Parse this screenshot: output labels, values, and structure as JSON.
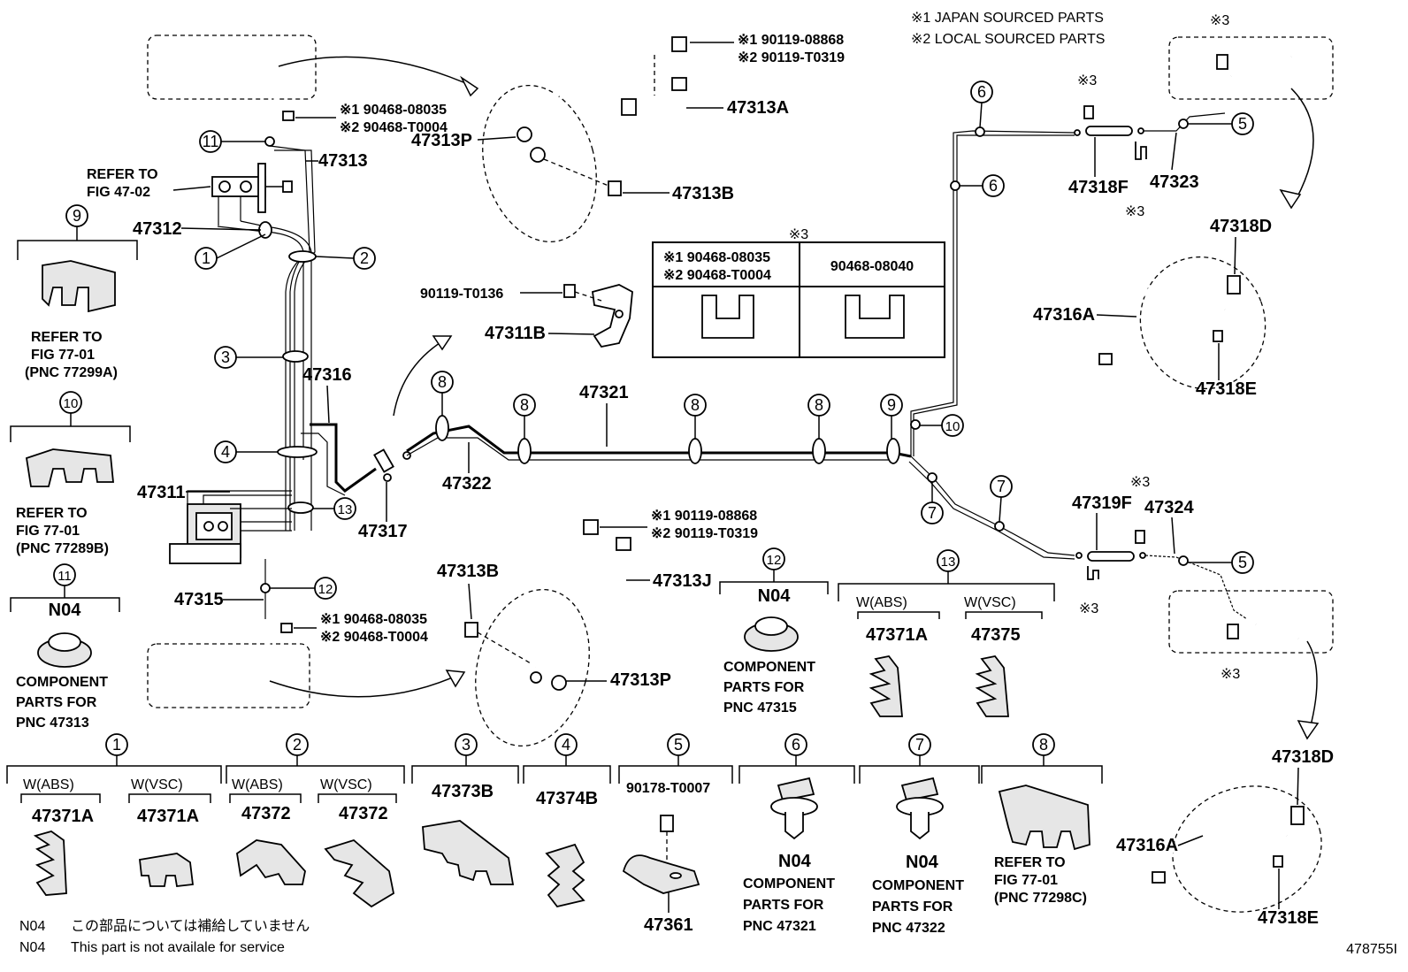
{
  "legend": {
    "note1": "※1 JAPAN SOURCED PARTS",
    "note2": "※2 LOCAL SOURCED PARTS"
  },
  "refs": {
    "r1_line1": "REFER TO",
    "r1_line2": "FIG 47-02",
    "r9_line1": "REFER TO",
    "r9_line2": "FIG 77-01",
    "r9_line3": "(PNC 77299A)",
    "r10_line1": "REFER TO",
    "r10_line2": "FIG 77-01",
    "r10_line3": "(PNC 77289B)",
    "r8_line1": "REFER TO",
    "r8_line2": "FIG 77-01",
    "r8_line3": "(PNC 77298C)"
  },
  "parts": {
    "p47313": "47313",
    "p47313A": "47313A",
    "p47313P_top": "47313P",
    "p47313B_top": "47313B",
    "p47312": "47312",
    "p47311": "47311",
    "p47316": "47316",
    "p47317": "47317",
    "p47321": "47321",
    "p47322": "47322",
    "p47315": "47315",
    "p47311B": "47311B",
    "p90119T0136": "90119-T0136",
    "p47313B_bot": "47313B",
    "p47313J": "47313J",
    "p47313P_bot": "47313P",
    "p47318F": "47318F",
    "p47323": "47323",
    "p47318D_top": "47318D",
    "p47316A_top": "47316A",
    "p47318E_top": "47318E",
    "p47319F": "47319F",
    "p47324": "47324",
    "p47318D_bot": "47318D",
    "p47316A_bot": "47316A",
    "p47318E_bot": "47318E"
  },
  "bolts": {
    "top1": "※1 90119-08868",
    "top2": "※2 90119-T0319",
    "bot1": "※1 90119-08868",
    "bot2": "※2 90119-T0319",
    "clipA1": "※1 90468-08035",
    "clipA2": "※2 90468-T0004",
    "clipB1": "※1 90468-08035",
    "clipB2": "※2 90468-T0004"
  },
  "table3": {
    "mark": "※3",
    "col1_line1": "※1 90468-08035",
    "col1_line2": "※2 90468-T0004",
    "col2": "90468-08040"
  },
  "marks": {
    "m3": "※3"
  },
  "callouts": [
    "1",
    "2",
    "3",
    "4",
    "5",
    "6",
    "7",
    "8",
    "9",
    "10",
    "11",
    "12",
    "13"
  ],
  "bottom": {
    "c1_wabs": "W(ABS)",
    "c1_wvsc": "W(VSC)",
    "c1_pnA": "47371A",
    "c1_pnB": "47371A",
    "c2_wabs": "W(ABS)",
    "c2_wvsc": "W(VSC)",
    "c2_pnA": "47372",
    "c2_pnB": "47372",
    "c3_pn": "47373B",
    "c4_pn": "47374B",
    "c5_pn": "90178-T0007",
    "c5_pn2": "47361",
    "c6_n04": "N04",
    "c6_l1": "COMPONENT",
    "c6_l2": "PARTS FOR",
    "c6_l3": "PNC 47321",
    "c7_n04": "N04",
    "c7_l1": "COMPONENT",
    "c7_l2": "PARTS FOR",
    "c7_l3": "PNC 47322",
    "c11_n04": "N04",
    "c11_l1": "COMPONENT",
    "c11_l2": "PARTS FOR",
    "c11_l3": "PNC 47313",
    "c12_n04": "N04",
    "c12_l1": "COMPONENT",
    "c12_l2": "PARTS FOR",
    "c12_l3": "PNC 47315",
    "c13_wabs": "W(ABS)",
    "c13_wvsc": "W(VSC)",
    "c13_pnA": "47371A",
    "c13_pnB": "47375"
  },
  "footer": {
    "n04_a": "N04",
    "jp": "この部品については補給していません",
    "n04_b": "N04",
    "en": "This part is not availale for service",
    "code": "478755I"
  }
}
